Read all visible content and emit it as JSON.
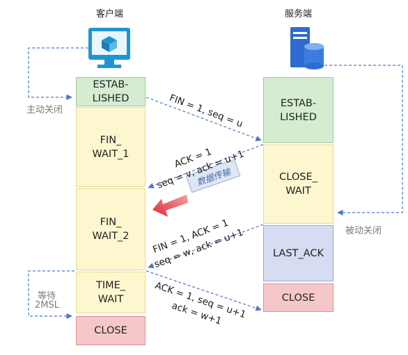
{
  "headers": {
    "client": "客户端",
    "server": "服务端"
  },
  "icons": {
    "client": "monitor-cube-icon",
    "server": "server-database-icon"
  },
  "client_states": [
    "ESTAB-\nLISHED",
    "FIN_\nWAIT_1",
    "FIN_\nWAIT_2",
    "TIME_\nWAIT",
    "CLOSE"
  ],
  "server_states": [
    "ESTAB-\nLISHED",
    "CLOSE_\nWAIT",
    "LAST_ACK",
    "CLOSE"
  ],
  "notes": {
    "active_close": "主动关闭",
    "passive_close": "被动关闭",
    "wait_2msl_line1": "等待",
    "wait_2msl_line2": "2MSL",
    "data_transfer": "数据传输"
  },
  "messages": {
    "fin1": "FIN = 1, seq = u",
    "ack1_line1": "ACK = 1",
    "ack1_line2": "seq = v, ack = u+1",
    "fin2_line1": "FIN = 1, ACK = 1",
    "fin2_line2": "seq = w, ack = u+1",
    "ack2_line1": "ACK = 1, seq = u+1",
    "ack2_line2": "ack = w+1"
  },
  "colors": {
    "established": "#d5ecd1",
    "waiting": "#fdf7cf",
    "close": "#f6c7c9",
    "last_ack": "#d6dcf2",
    "arrow": "#4a77cc",
    "data_arrow": "#e8323c"
  }
}
